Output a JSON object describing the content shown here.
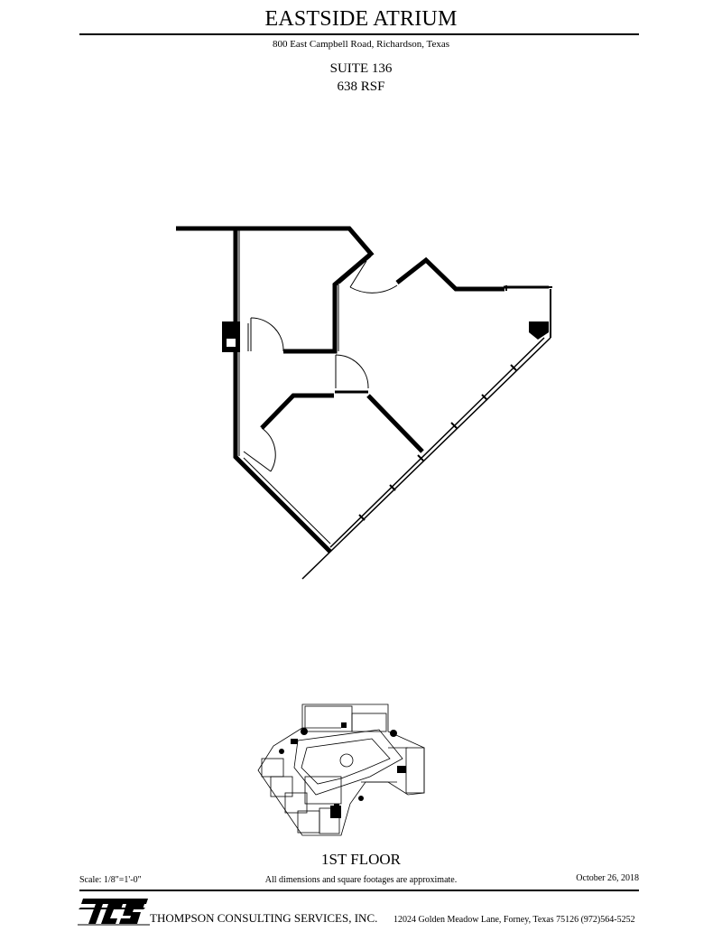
{
  "header": {
    "title": "EASTSIDE ATRIUM",
    "address": "800 East Campbell Road, Richardson, Texas"
  },
  "suite": {
    "name": "SUITE 136",
    "area": "638 RSF"
  },
  "key_plan": {
    "floor_label": "1ST FLOOR"
  },
  "footer": {
    "scale": "Scale: 1/8\"=1'-0\"",
    "disclaimer": "All dimensions and square footages are approximate.",
    "date": "October 26, 2018",
    "logo_text": "TCS",
    "company": "THOMPSON CONSULTING SERVICES, INC.",
    "company_address": "12024 Golden Meadow Lane, Forney, Texas  75126  (972)564-5252"
  }
}
